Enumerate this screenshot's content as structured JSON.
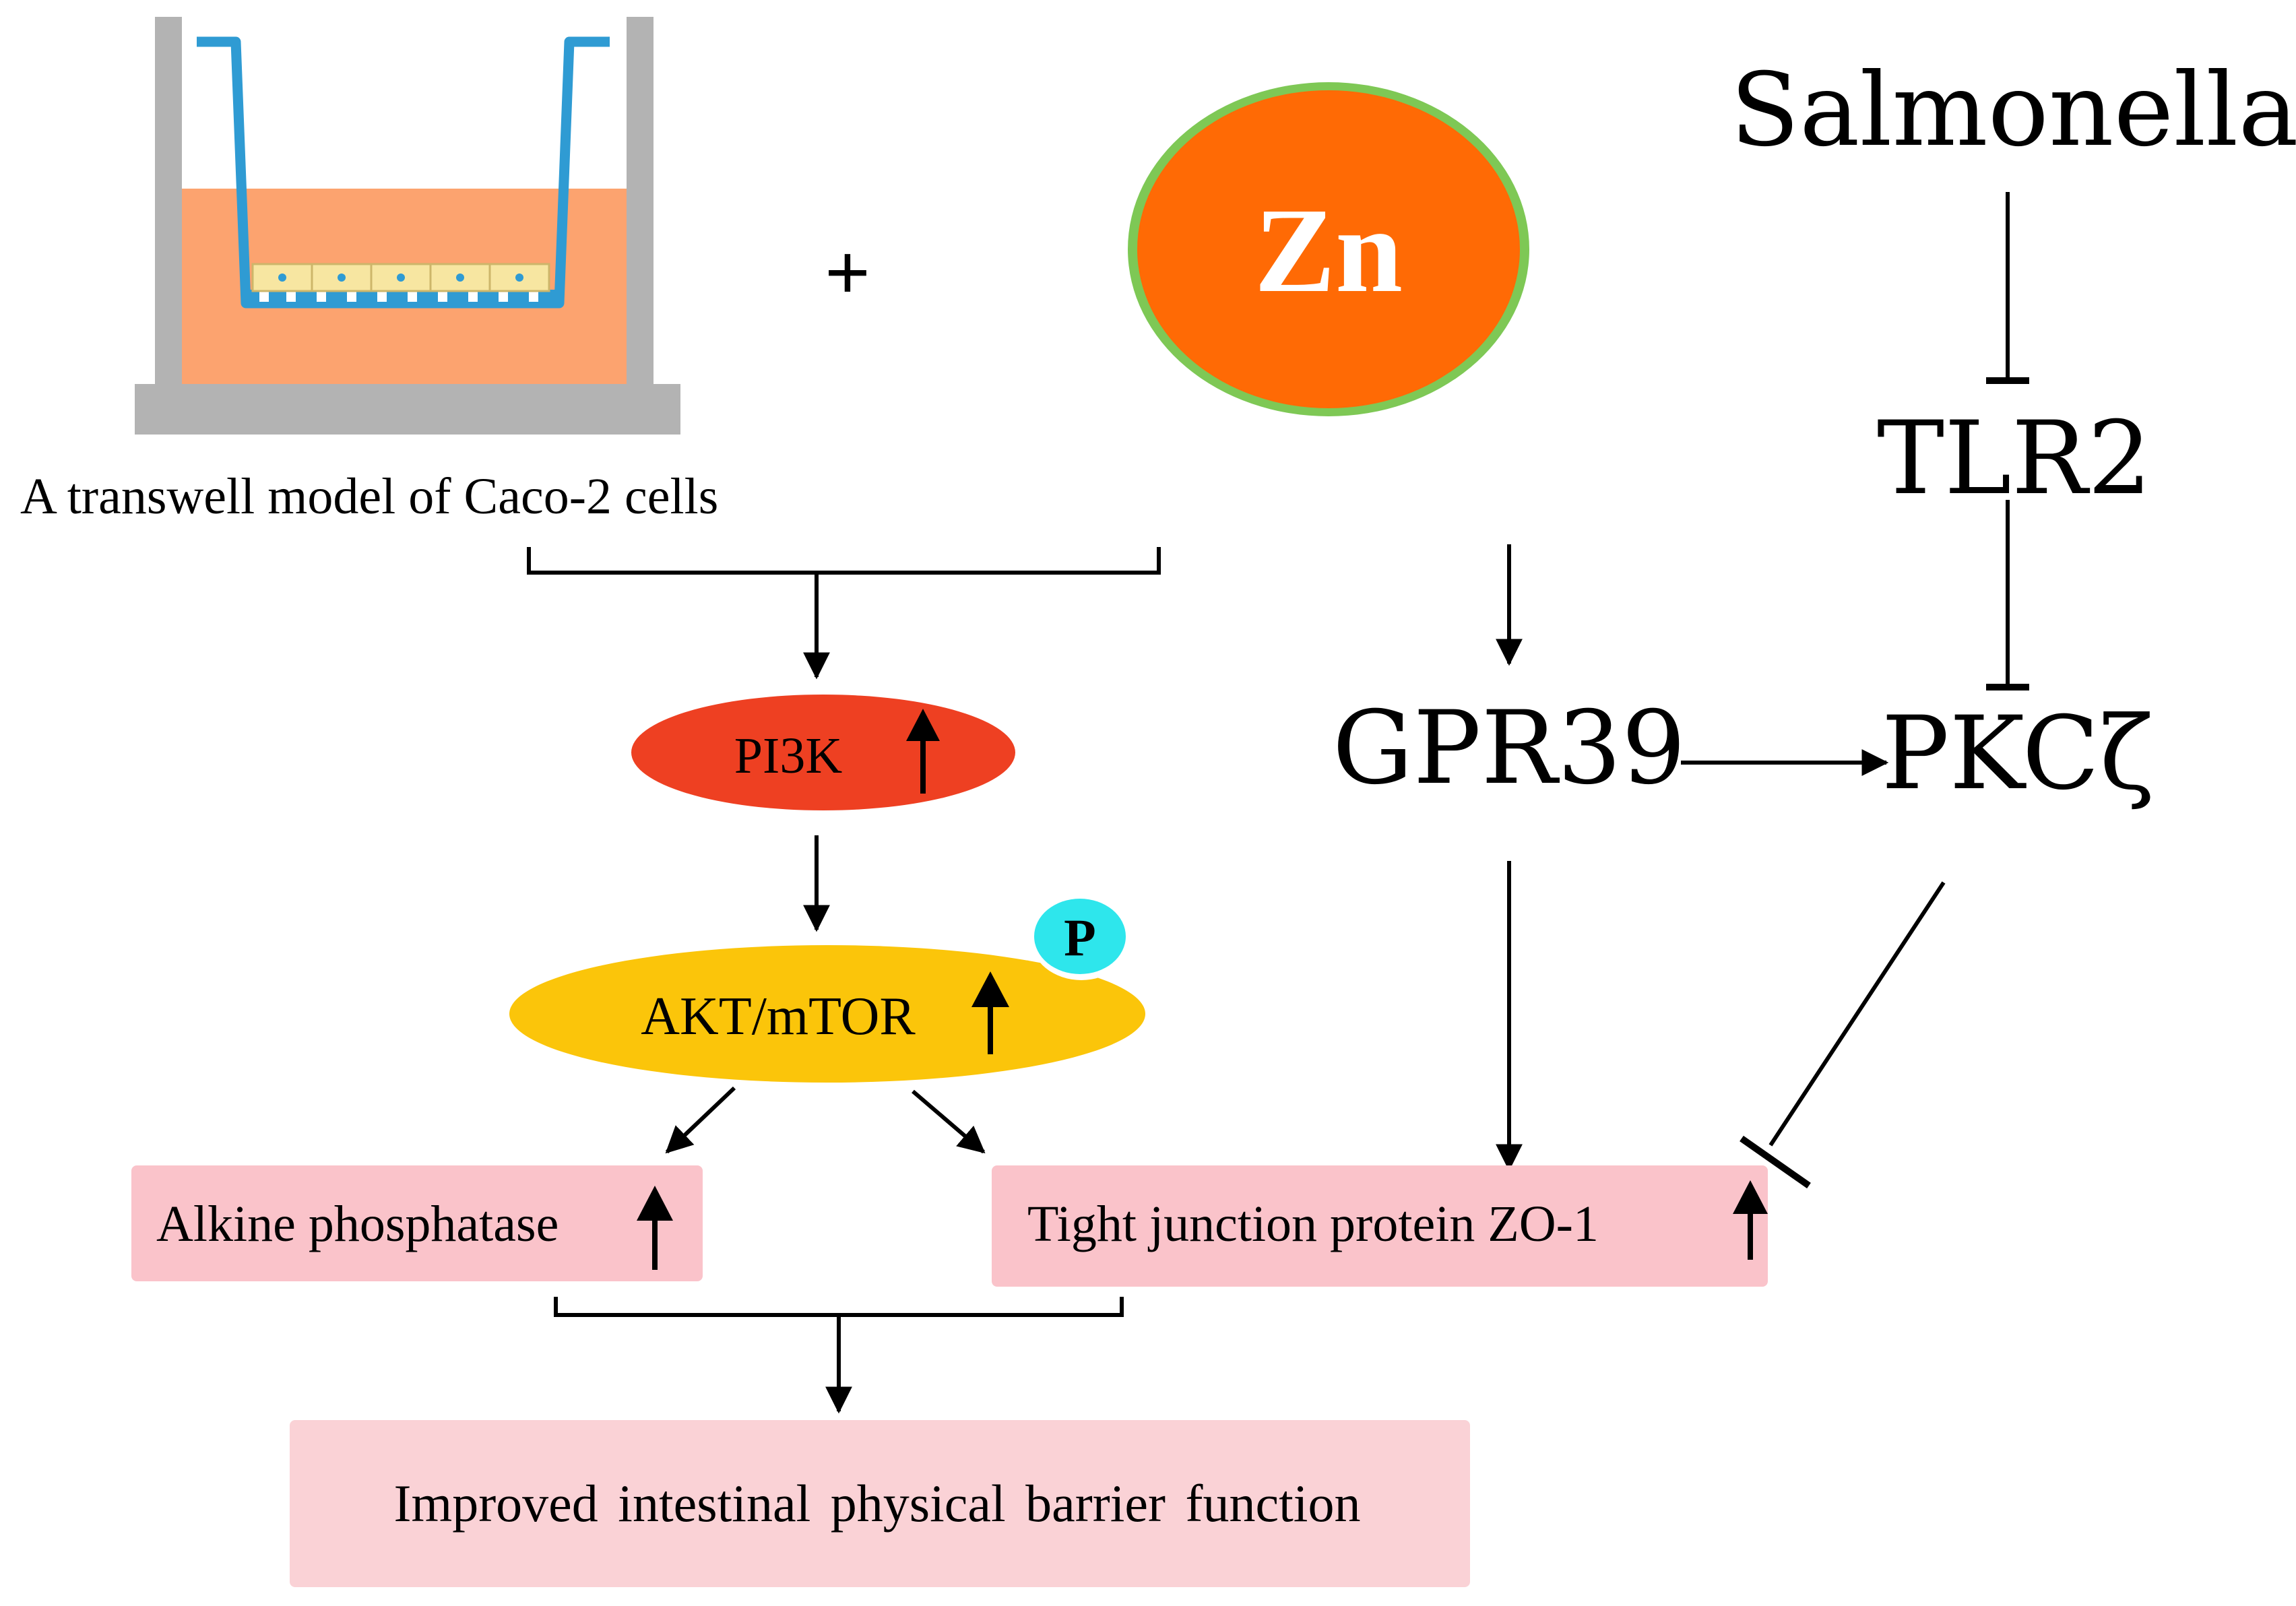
{
  "transwell": {
    "caption": "A transwell model of Caco-2 cells",
    "plus": "+"
  },
  "zinc": {
    "label": "Zn"
  },
  "pathway_left": {
    "pi3k": "PI3K",
    "akt": "AKT/mTOR",
    "phospho": "P",
    "alp": "Alkine phosphatase",
    "zo1": "Tight junction protein ZO-1",
    "outcome": "Improved intestinal physical barrier function"
  },
  "pathway_right": {
    "salmonella": "Salmonella",
    "tlr2": "TLR2",
    "gpr39": "GPR39",
    "pkc": "PKCζ"
  },
  "colors": {
    "pi3k": "#ee4022",
    "akt": "#fbc50a",
    "phospho": "#2ee6ec",
    "zn_fill": "#ff6a05",
    "zn_ring": "#7ec855",
    "medium": "#fca36f",
    "wall": "#b3b3b3",
    "insert": "#2f9bd3",
    "cells": "#f7e6a1",
    "pink_box": "#fac3ca",
    "pink_box_light": "#fad2d6"
  }
}
